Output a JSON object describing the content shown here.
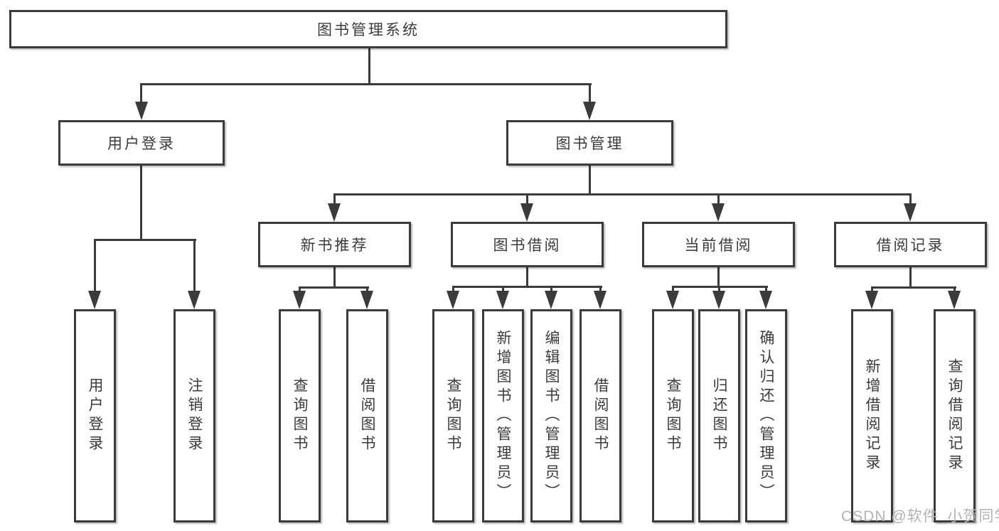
{
  "colors": {
    "line": "#3b3b3b",
    "text": "#3b3b3b",
    "watermark": "#b3b3b3",
    "background": "#ffffff"
  },
  "tree": {
    "root": {
      "label": "图书管理系统"
    },
    "branches": [
      {
        "label": "用户登录",
        "children": [
          {
            "label": "用户登录"
          },
          {
            "label": "注销登录"
          }
        ]
      },
      {
        "label": "图书管理",
        "children": [
          {
            "label": "新书推荐",
            "children": [
              {
                "label": "查询图书"
              },
              {
                "label": "借阅图书"
              }
            ]
          },
          {
            "label": "图书借阅",
            "children": [
              {
                "label": "查询图书"
              },
              {
                "label": "新增图书（管理员）"
              },
              {
                "label": "编辑图书（管理员）"
              },
              {
                "label": "借阅图书"
              }
            ]
          },
          {
            "label": "当前借阅",
            "children": [
              {
                "label": "查询图书"
              },
              {
                "label": "归还图书"
              },
              {
                "label": "确认归还（管理员）"
              }
            ]
          },
          {
            "label": "借阅记录",
            "children": [
              {
                "label": "新增借阅记录"
              },
              {
                "label": "查询借阅记录"
              }
            ]
          }
        ]
      }
    ]
  },
  "watermark": {
    "text": "CSDN @软件_小贺同学"
  }
}
